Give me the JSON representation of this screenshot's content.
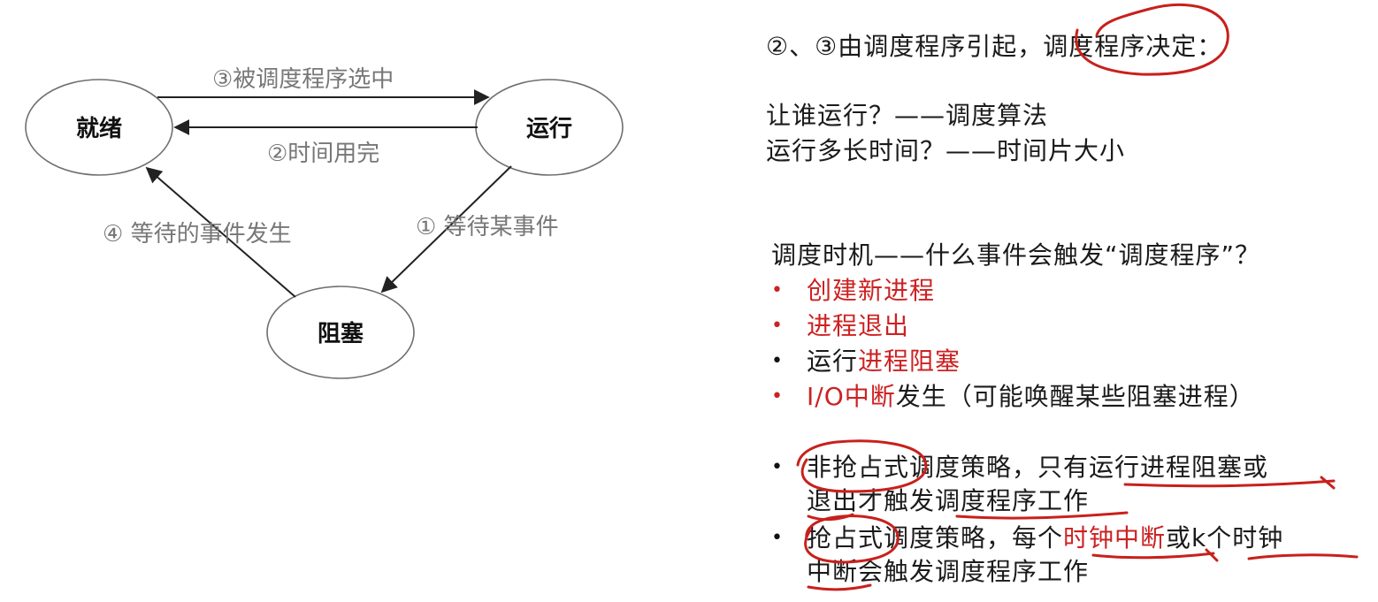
{
  "diagram": {
    "nodes": {
      "ready": "就绪",
      "running": "运行",
      "blocked": "阻塞"
    },
    "edges": {
      "ready_to_running": "③被调度程序选中",
      "running_to_ready": "②时间用完",
      "running_to_blocked": "① 等待某事件",
      "blocked_to_ready": "④ 等待的事件发生"
    }
  },
  "notes": {
    "line1": "②、③由调度程序引起，调度程序决定：",
    "q1": "让谁运行？——调度算法",
    "q2": "运行多长时间？——时间片大小",
    "timing_title": "调度时机——什么事件会触发“调度程序”？",
    "events": {
      "e1": "创建新进程",
      "e2": "进程退出",
      "e3_plain": "运行",
      "e3_red": "进程阻塞",
      "e4_red": "I/O中断",
      "e4_plain": "发生（可能唤醒某些阻塞进程）"
    },
    "policies": {
      "p1_line1_a": "非抢占式调度策略，只有",
      "p1_line1_b": "运行进程阻塞或",
      "p1_line2": "退出才触发调度程序工作",
      "p2_line1_a": "抢占式调度策略，每个",
      "p2_line1_red": "时钟中断",
      "p2_line1_b": "或k个时钟",
      "p2_line2": "中断会触发调度程序工作"
    },
    "bullet": "•"
  },
  "colors": {
    "highlight_red": "#cc2222",
    "annotation_ink": "#c8201c",
    "edge_label_gray": "#777777"
  }
}
